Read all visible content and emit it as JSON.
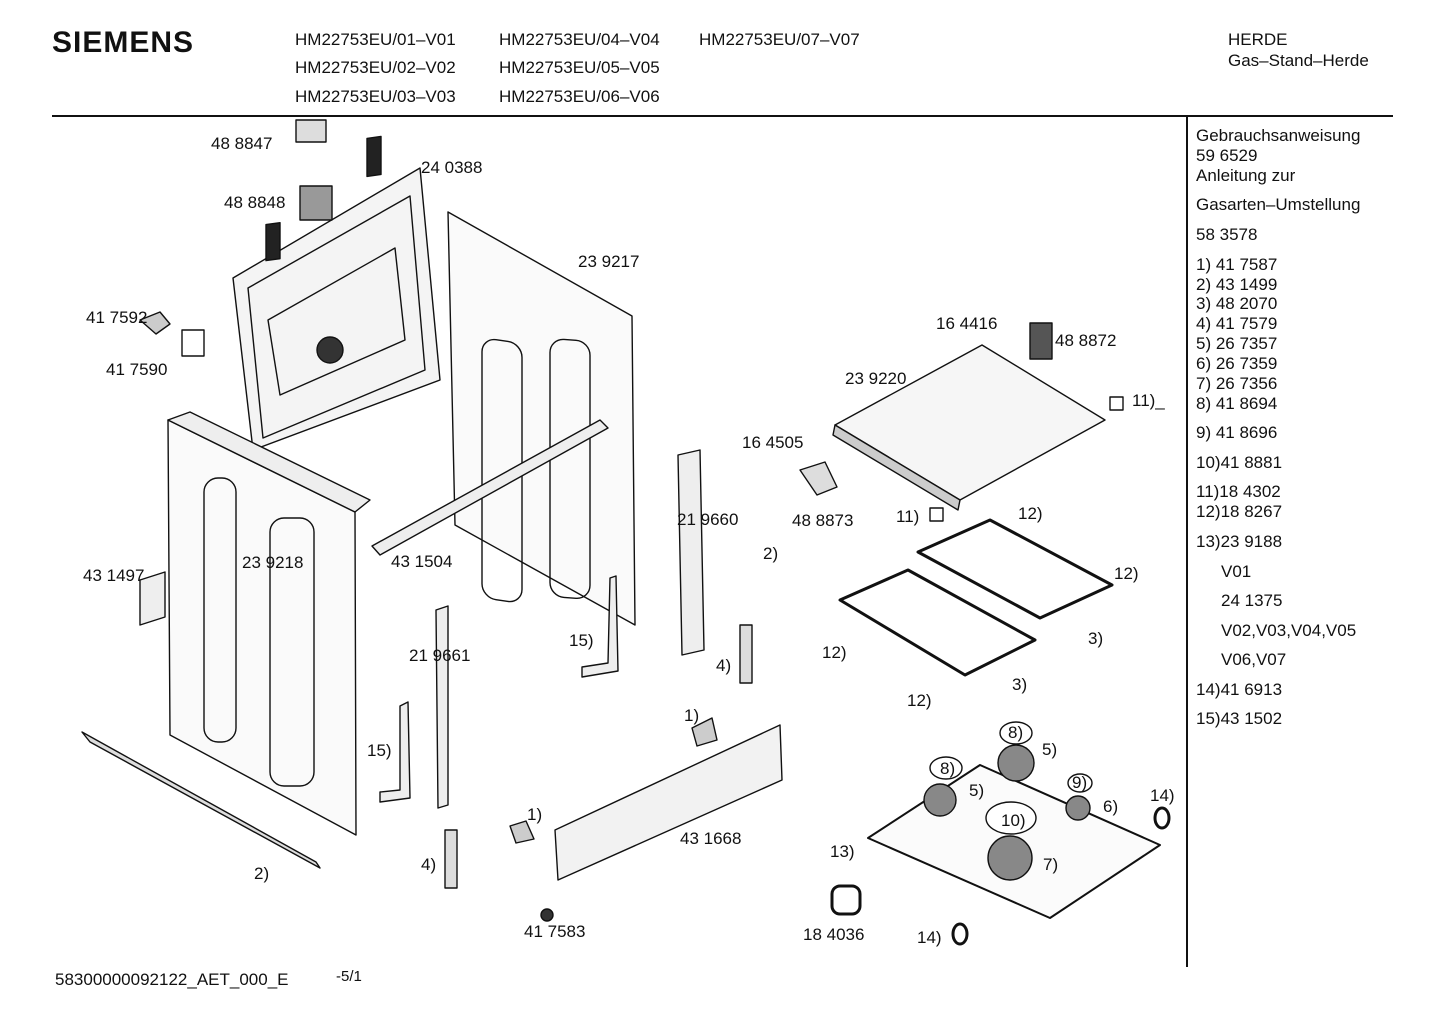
{
  "brand": "SIEMENS",
  "models": [
    "HM22753EU/01–V01",
    "HM22753EU/04–V04",
    "HM22753EU/07–V07",
    "HM22753EU/02–V02",
    "HM22753EU/05–V05",
    "HM22753EU/03–V03",
    "HM22753EU/06–V06"
  ],
  "category": "HERDE",
  "subcategory": "Gas–Stand–Herde",
  "sidebar": {
    "manual_line1": "Gebrauchsanweisung",
    "manual_no": "59 6529",
    "conv_line1": "Anleitung zur",
    "conv_line2": "Gasarten–Umstellung",
    "conv_no": "58 3578",
    "items": [
      "1) 41 7587",
      "2) 43 1499",
      "3) 48 2070",
      "4) 41 7579",
      "5) 26 7357",
      "6) 26 7359",
      "7) 26 7356",
      "8) 41 8694",
      "9) 41 8696",
      "10)41 8881",
      "11)18 4302",
      "12)18 8267",
      "13)23 9188",
      "V01",
      "24 1375",
      "V02,V03,V04,V05",
      "V06,V07",
      "14)41 6913",
      "15)43 1502"
    ]
  },
  "parts": [
    "48 8847",
    "24 0388",
    "48 8848",
    "23 9217",
    "41 7592",
    "41 7590",
    "16 4416",
    "48 8872",
    "23 9220",
    "11)_",
    "16 4505",
    "48 8873",
    "11)",
    "12)",
    "21 9660",
    "2)",
    "43 1497",
    "23 9218",
    "43 1504",
    "12)",
    "3)",
    "15)",
    "21 9661",
    "4)",
    "12)",
    "3)",
    "12)",
    "1)",
    "8)",
    "5)",
    "15)",
    "8)",
    "5)",
    "9)",
    "6)",
    "14)",
    "10)",
    "1)",
    "43 1668",
    "13)",
    "7)",
    "4)",
    "2)",
    "41 7583",
    "18 4036",
    "14)"
  ],
  "footer": "58300000092122_AET_000_E",
  "page": "-5/1"
}
